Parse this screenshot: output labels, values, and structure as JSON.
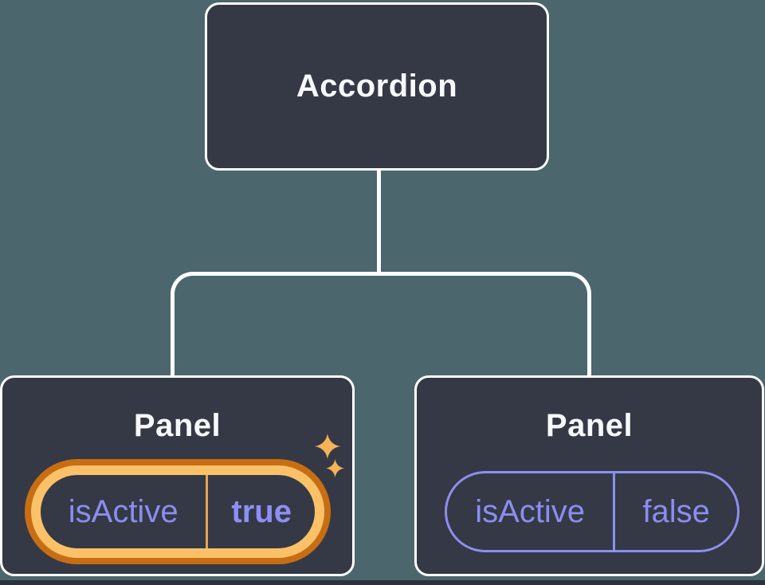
{
  "diagram": {
    "type": "component-tree",
    "root": {
      "label": "Accordion"
    },
    "panels": [
      {
        "label": "Panel",
        "state_key": "isActive",
        "state_value": "true",
        "highlighted": true,
        "decoration": "sparkles-icon"
      },
      {
        "label": "Panel",
        "state_key": "isActive",
        "state_value": "false",
        "highlighted": false,
        "decoration": null
      }
    ]
  },
  "colors": {
    "canvas_background": "#2d323c",
    "illustration_background": "#4c666d",
    "node_fill": "#343945",
    "node_border": "#ffffff",
    "connector_line": "#ffffff",
    "label_text": "#f7f8fa",
    "state_text_purple": "#8b8df0",
    "plain_pill_border": "#8d8ff0",
    "highlight_ring_gold": "#fbc169",
    "highlight_ring_dark_orange": "#c76e14",
    "highlight_divider_gold": "#e9a34f",
    "sparkle_gold": "#f5b259"
  }
}
